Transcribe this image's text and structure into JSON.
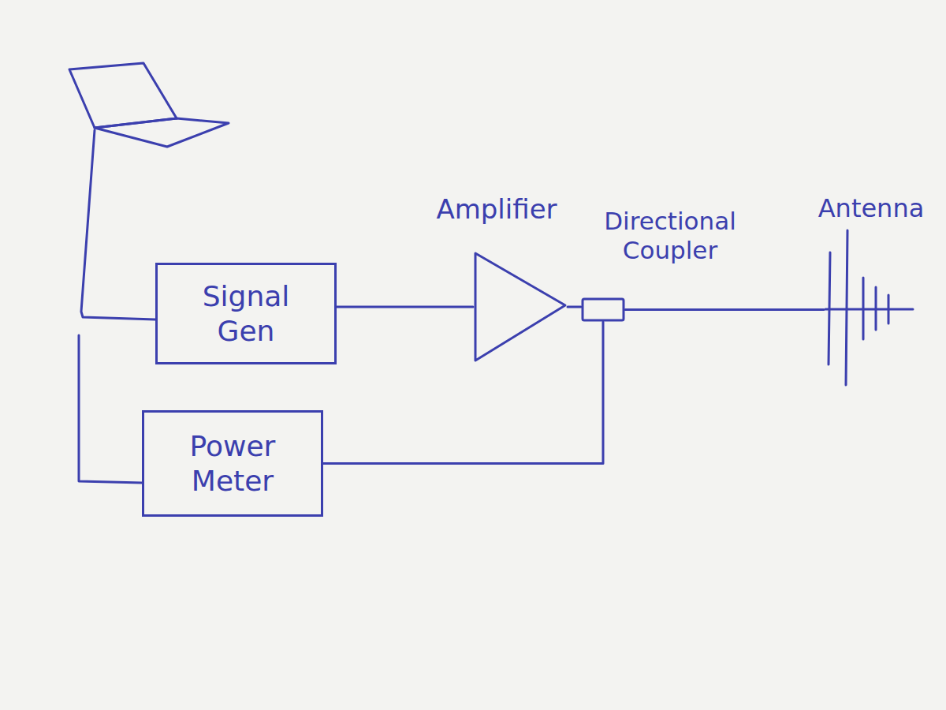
{
  "diagram": {
    "nodes": [
      {
        "text": [
          "Signal Gen"
        ]
      },
      {
        "text": [
          "Power Meter"
        ]
      },
      {
        "text": [
          "Amplifier"
        ]
      },
      {
        "text": [
          "Directional Coupler"
        ]
      },
      {
        "text": [
          "Antenna"
        ]
      }
    ],
    "edges": [
      {
        "from": 0,
        "to": 2,
        "arrow": "none"
      },
      {
        "from": 2,
        "to": 3,
        "arrow": "none"
      },
      {
        "from": 3,
        "to": 4,
        "arrow": "none"
      },
      {
        "from": 3,
        "to": 1,
        "arrow": "none"
      }
    ]
  }
}
